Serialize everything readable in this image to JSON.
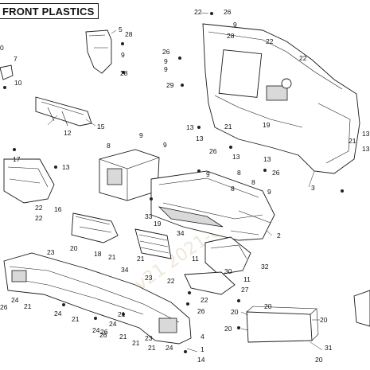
{
  "title": "FRONT PLASTICS",
  "watermark": "kfwv21 2021-09: 23",
  "callouts": [
    {
      "id": "c-22a",
      "text": "22"
    },
    {
      "id": "c-26a",
      "text": "26"
    },
    {
      "id": "c-9a",
      "text": "9"
    },
    {
      "id": "c-28a",
      "text": "28"
    },
    {
      "id": "c-22b",
      "text": "22"
    },
    {
      "id": "c-26b",
      "text": "26"
    },
    {
      "id": "c-9b",
      "text": "9"
    },
    {
      "id": "c-9c",
      "text": "9"
    },
    {
      "id": "c-22c",
      "text": "22"
    },
    {
      "id": "c-29",
      "text": "29"
    },
    {
      "id": "c-5",
      "text": "5"
    },
    {
      "id": "c-28b",
      "text": "28"
    },
    {
      "id": "c-9d",
      "text": "9"
    },
    {
      "id": "c-28c",
      "text": "28"
    },
    {
      "id": "c-7",
      "text": "7"
    },
    {
      "id": "c-10",
      "text": "10"
    },
    {
      "id": "c-0",
      "text": "0"
    },
    {
      "id": "c-15",
      "text": "15"
    },
    {
      "id": "c-12",
      "text": "12"
    },
    {
      "id": "c-13a",
      "text": "13"
    },
    {
      "id": "c-21a",
      "text": "21"
    },
    {
      "id": "c-13b",
      "text": "13"
    },
    {
      "id": "c-26c",
      "text": "26"
    },
    {
      "id": "c-13c",
      "text": "13"
    },
    {
      "id": "c-8a",
      "text": "8"
    },
    {
      "id": "c-9e",
      "text": "9"
    },
    {
      "id": "c-9f",
      "text": "9"
    },
    {
      "id": "c-17",
      "text": "17"
    },
    {
      "id": "c-13d",
      "text": "13"
    },
    {
      "id": "c-19",
      "text": "19"
    },
    {
      "id": "c-3",
      "text": "3"
    },
    {
      "id": "c-13e",
      "text": "13"
    },
    {
      "id": "c-26d",
      "text": "26"
    },
    {
      "id": "c-8b",
      "text": "8"
    },
    {
      "id": "c-8c",
      "text": "8"
    },
    {
      "id": "c-22d",
      "text": "22"
    },
    {
      "id": "c-16",
      "text": "16"
    },
    {
      "id": "c-22e",
      "text": "22"
    },
    {
      "id": "c-9g",
      "text": "9"
    },
    {
      "id": "c-8d",
      "text": "8"
    },
    {
      "id": "c-33",
      "text": "33"
    },
    {
      "id": "c-9h",
      "text": "9"
    },
    {
      "id": "c-19b",
      "text": "19"
    },
    {
      "id": "c-34a",
      "text": "34"
    },
    {
      "id": "c-2",
      "text": "2"
    },
    {
      "id": "c-20a",
      "text": "20"
    },
    {
      "id": "c-18",
      "text": "18"
    },
    {
      "id": "c-23a",
      "text": "23"
    },
    {
      "id": "c-21b",
      "text": "21"
    },
    {
      "id": "c-11a",
      "text": "11"
    },
    {
      "id": "c-32",
      "text": "32"
    },
    {
      "id": "c-21c",
      "text": "21"
    },
    {
      "id": "c-34b",
      "text": "34"
    },
    {
      "id": "c-30",
      "text": "30"
    },
    {
      "id": "c-22f",
      "text": "22"
    },
    {
      "id": "c-11b",
      "text": "11"
    },
    {
      "id": "c-23b",
      "text": "23"
    },
    {
      "id": "c-27",
      "text": "27"
    },
    {
      "id": "c-26e",
      "text": "26"
    },
    {
      "id": "c-24a",
      "text": "24"
    },
    {
      "id": "c-21d",
      "text": "21"
    },
    {
      "id": "c-22g",
      "text": "22"
    },
    {
      "id": "c-20b",
      "text": "20"
    },
    {
      "id": "c-20c",
      "text": "20"
    },
    {
      "id": "c-26f",
      "text": "26"
    },
    {
      "id": "c-24b",
      "text": "24"
    },
    {
      "id": "c-21e",
      "text": "21"
    },
    {
      "id": "c-24c",
      "text": "24"
    },
    {
      "id": "c-26g",
      "text": "26"
    },
    {
      "id": "c-21f",
      "text": "21"
    },
    {
      "id": "c-24d",
      "text": "24"
    },
    {
      "id": "c-21g",
      "text": "21"
    },
    {
      "id": "c-23c",
      "text": "23"
    },
    {
      "id": "c-21h",
      "text": "21"
    },
    {
      "id": "c-4",
      "text": "4"
    },
    {
      "id": "c-1",
      "text": "1"
    },
    {
      "id": "c-20d",
      "text": "20"
    },
    {
      "id": "c-20e",
      "text": "20"
    },
    {
      "id": "c-31",
      "text": "31"
    },
    {
      "id": "c-20f",
      "text": "20"
    },
    {
      "id": "c-26h",
      "text": "26"
    },
    {
      "id": "c-21i",
      "text": "21"
    },
    {
      "id": "c-24e",
      "text": "24"
    },
    {
      "id": "c-14",
      "text": "14"
    },
    {
      "id": "c-13f",
      "text": "13"
    },
    {
      "id": "c-13g",
      "text": "13"
    },
    {
      "id": "c-21j",
      "text": "21"
    }
  ]
}
